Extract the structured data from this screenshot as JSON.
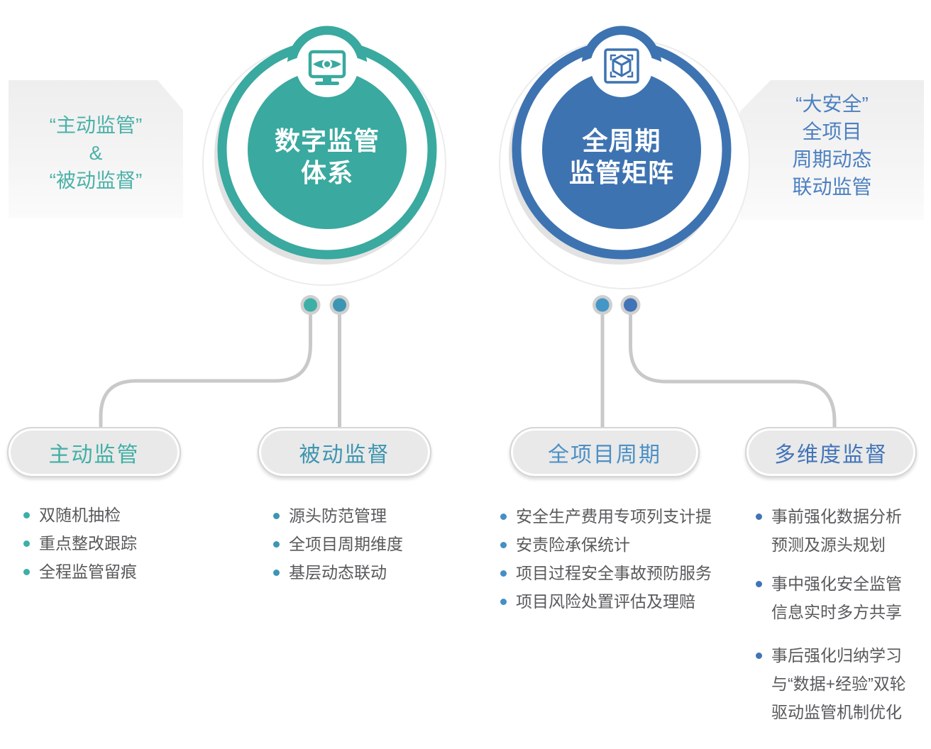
{
  "colors": {
    "teal": "#3AA99F",
    "blue": "#3E73B1",
    "note_teal": "#4BB1A8",
    "note_blue": "#4C80C1",
    "pill_label_1": "#41AFA5",
    "pill_label_2": "#3D95B0",
    "pill_label_3": "#4B90C6",
    "pill_label_4": "#4375B9",
    "dot_1": "#3CAFA7",
    "dot_2": "#3D95B4",
    "dot_3": "#4496C7",
    "dot_4": "#4173B7",
    "connector_gray": "#C9C9C9",
    "body_text_gray": "#58595B",
    "band_gray": "#EFEFEF"
  },
  "left_note": {
    "text": "“主动监管”\n&\n“被动监督”"
  },
  "right_note": {
    "text": "“大安全”\n全项目\n周期动态\n联动监管"
  },
  "emblems": [
    {
      "title": "数字监管\n体系",
      "icon": "monitor-eye-icon"
    },
    {
      "title": "全周期\n监管矩阵",
      "icon": "cube-icon"
    }
  ],
  "branches": [
    {
      "label": "主动监管",
      "items": [
        "双随机抽检",
        "重点整改跟踪",
        "全程监管留痕"
      ]
    },
    {
      "label": "被动监督",
      "items": [
        "源头防范管理",
        "全项目周期维度",
        "基层动态联动"
      ]
    },
    {
      "label": "全项目周期",
      "items": [
        "安全生产费用专项列支计提",
        "安责险承保统计",
        "项目过程安全事故预防服务",
        "项目风险处置评估及理赔"
      ]
    },
    {
      "label": "多维度监督",
      "items": [
        "事前强化数据分析\n预测及源头规划",
        "事中强化安全监管\n信息实时多方共享",
        "事后强化归纳学习\n与“数据+经验”双轮\n驱动监管机制优化"
      ]
    }
  ]
}
